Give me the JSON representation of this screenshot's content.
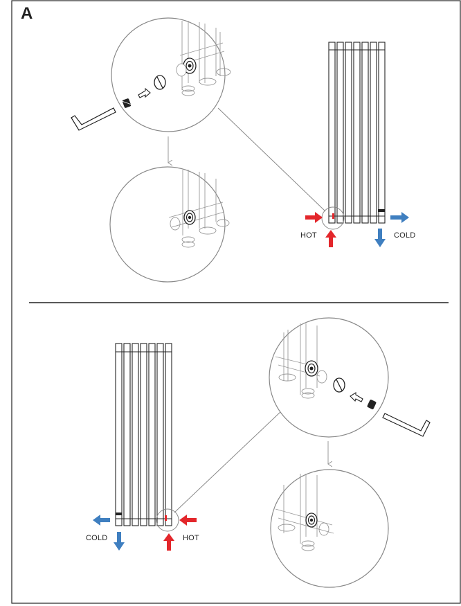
{
  "section_label": "A",
  "top_panel": {
    "hot_label": "HOT",
    "cold_label": "COLD"
  },
  "bottom_panel": {
    "hot_label": "HOT",
    "cold_label": "COLD"
  },
  "colors": {
    "hot_arrow": "#e3262b",
    "cold_arrow": "#3f7fc0",
    "line": "#222222",
    "detail_circle": "#888888"
  },
  "icons": [
    "hex-key-icon",
    "valve-icon",
    "cap-icon",
    "radiator-icon",
    "flow-arrow-icon"
  ]
}
